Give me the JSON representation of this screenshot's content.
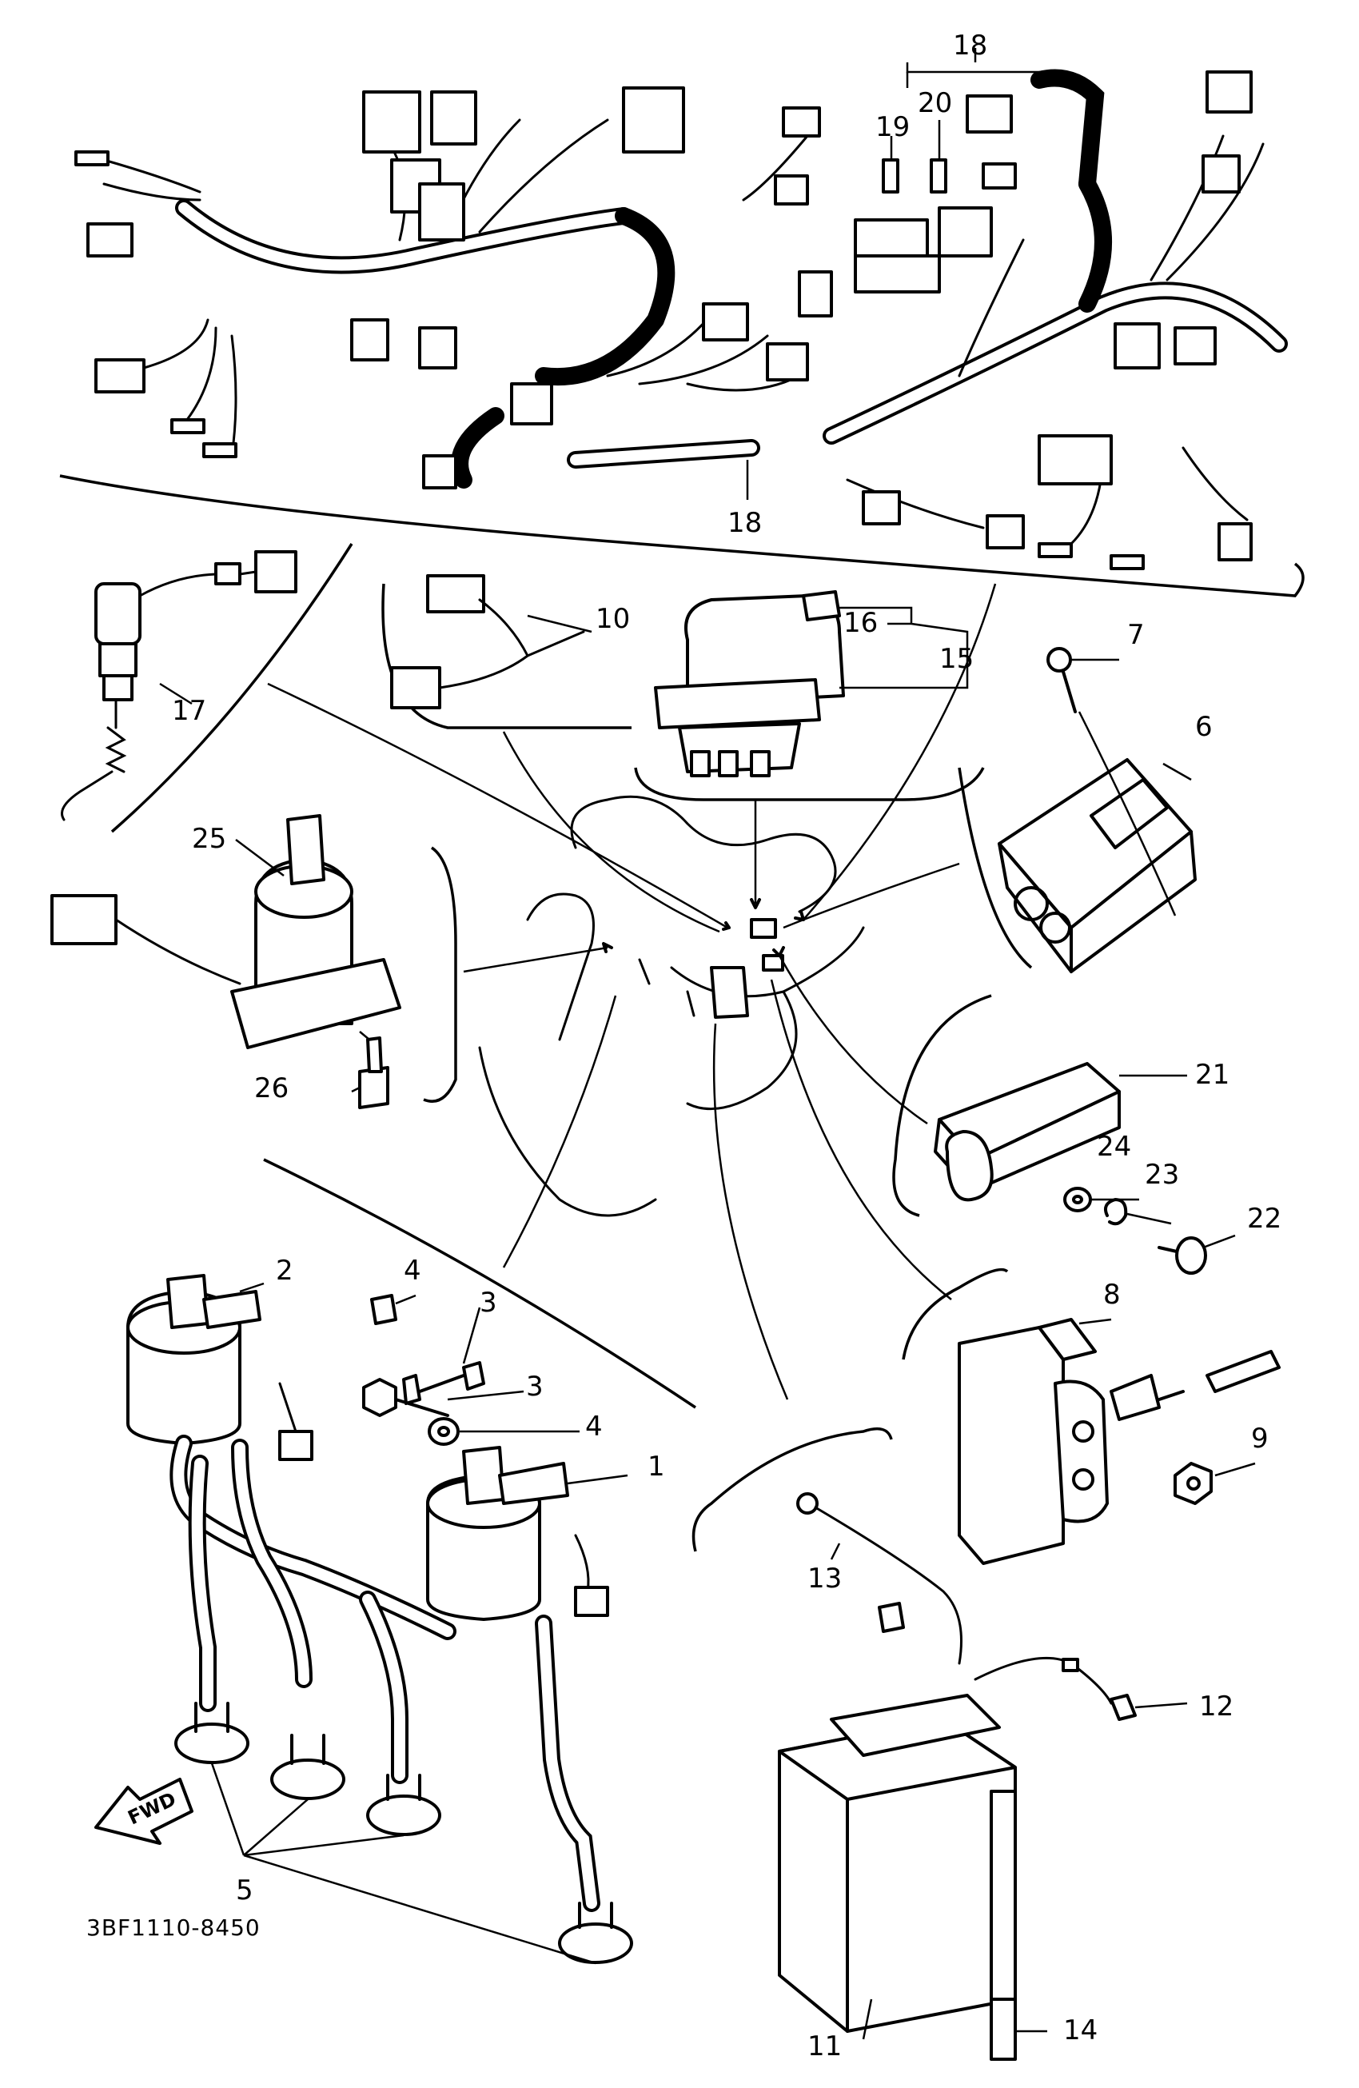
{
  "diagram": {
    "code": "3BF1110-8450",
    "forward_label": "FWD",
    "callouts": {
      "c1": "1",
      "c2": "2",
      "c3a": "3",
      "c3b": "3",
      "c4a": "4",
      "c4b": "4",
      "c5": "5",
      "c6": "6",
      "c7": "7",
      "c8": "8",
      "c9": "9",
      "c10": "10",
      "c11": "11",
      "c12": "12",
      "c13": "13",
      "c14": "14",
      "c15": "15",
      "c16": "16",
      "c17": "17",
      "c18a": "18",
      "c18b": "18",
      "c19": "19",
      "c20": "20",
      "c21": "21",
      "c22": "22",
      "c23": "23",
      "c24": "24",
      "c25": "25",
      "c26": "26"
    }
  }
}
